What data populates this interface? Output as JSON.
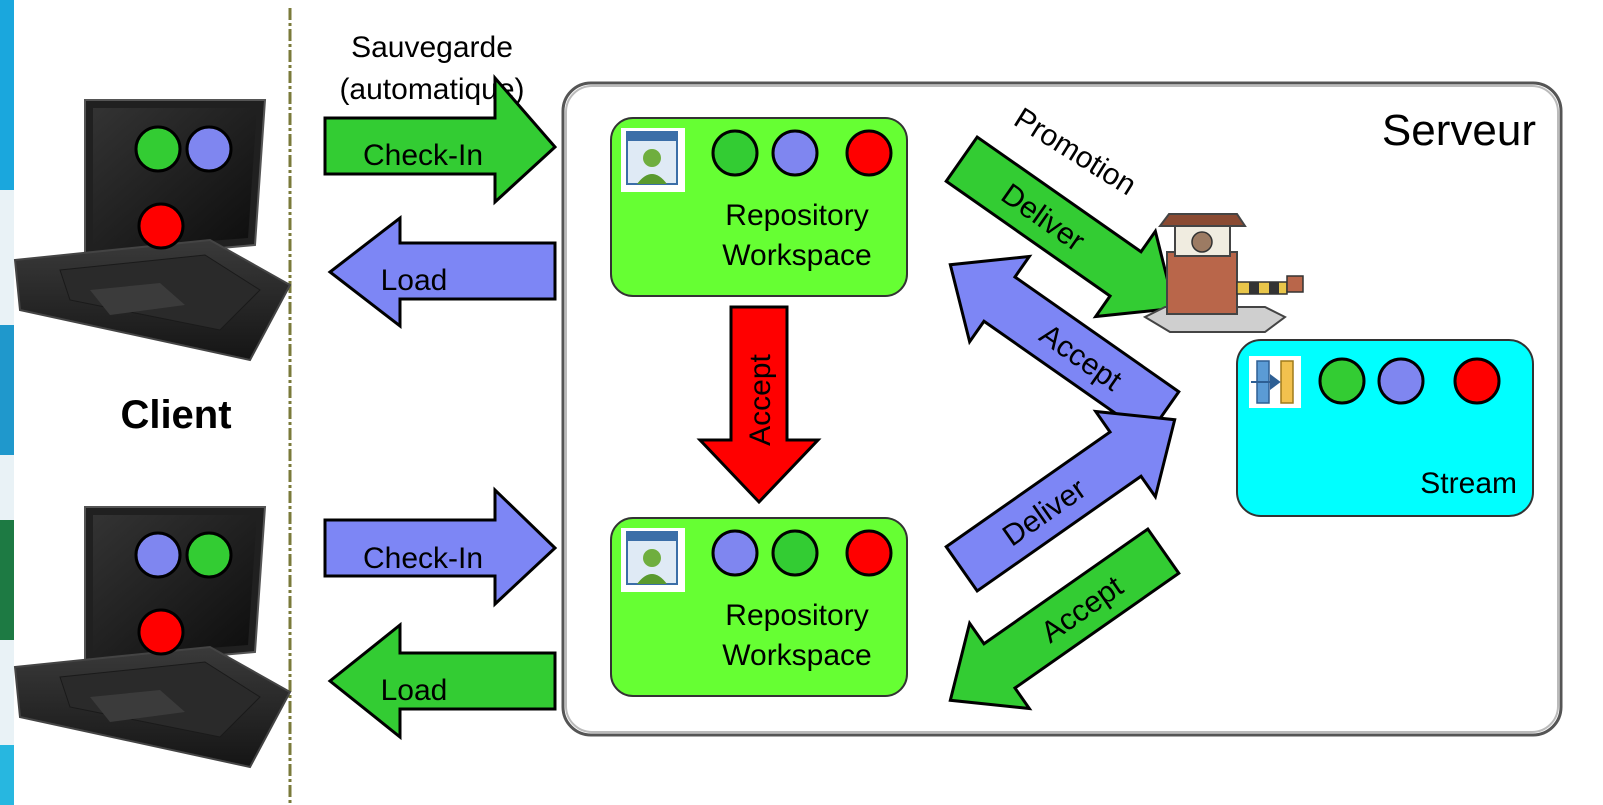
{
  "labels": {
    "sauvegarde_line1": "Sauvegarde",
    "sauvegarde_line2": "(automatique)",
    "client": "Client",
    "serveur": "Serveur",
    "promotion": "Promotion",
    "stream": "Stream"
  },
  "workspaces": [
    {
      "line1": "Repository",
      "line2": "Workspace",
      "dots": [
        "green",
        "blue",
        "red"
      ]
    },
    {
      "line1": "Repository",
      "line2": "Workspace",
      "dots": [
        "blue",
        "green",
        "red"
      ]
    }
  ],
  "arrows": {
    "checkin_top": "Check-In",
    "load_top": "Load",
    "checkin_bottom": "Check-In",
    "load_bottom": "Load",
    "accept_vertical": "Accept",
    "deliver_top": "Deliver",
    "accept_up": "Accept",
    "deliver_bottom": "Deliver",
    "accept_down": "Accept"
  },
  "colors": {
    "green": "#33cc33",
    "blue": "#7f86f0",
    "red": "#ff0000",
    "workspace_fill": "#66ff33",
    "stream_fill": "#00ffff",
    "arrow_green": "#33cc33",
    "arrow_blue": "#7d86f5",
    "arrow_red": "#ff0000"
  },
  "icons": {
    "workspace": "workspace-user-icon",
    "stream": "stream-flow-icon",
    "gate": "toll-gate-icon",
    "laptop": "laptop-icon"
  }
}
